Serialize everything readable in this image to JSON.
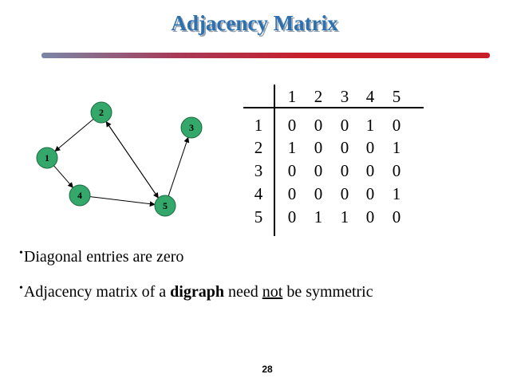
{
  "slide": {
    "title": "Adjacency Matrix",
    "page_number": "28"
  },
  "graph": {
    "nodes": [
      "1",
      "2",
      "3",
      "4",
      "5"
    ],
    "edges": [
      {
        "from": "2",
        "to": "1"
      },
      {
        "from": "1",
        "to": "4"
      },
      {
        "from": "4",
        "to": "5"
      },
      {
        "from": "5",
        "to": "3"
      },
      {
        "from": "2",
        "to": "5"
      },
      {
        "from": "5",
        "to": "2"
      }
    ]
  },
  "matrix": {
    "col_headers": [
      "1",
      "2",
      "3",
      "4",
      "5"
    ],
    "row_headers": [
      "1",
      "2",
      "3",
      "4",
      "5"
    ],
    "rows": [
      [
        "0",
        "0",
        "0",
        "1",
        "0"
      ],
      [
        "1",
        "0",
        "0",
        "0",
        "1"
      ],
      [
        "0",
        "0",
        "0",
        "0",
        "0"
      ],
      [
        "0",
        "0",
        "0",
        "0",
        "1"
      ],
      [
        "0",
        "1",
        "1",
        "0",
        "0"
      ]
    ]
  },
  "bullets": {
    "b1": "Diagonal entries are zero",
    "b2_pre": "Adjacency matrix of a ",
    "b2_bold": "digraph",
    "b2_mid": " need ",
    "b2_under": "not",
    "b2_post": " be symmetric"
  },
  "colors": {
    "title": "#2e6fae",
    "node_fill": "#33a86a",
    "bar_end": "#c81e2a"
  }
}
